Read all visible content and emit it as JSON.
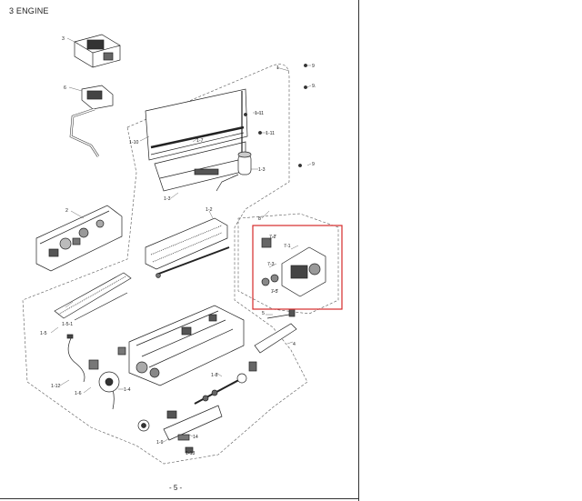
{
  "section_title": "3 ENGINE",
  "page_number": "- 5 -",
  "highlight_color": "#d62a2a",
  "callouts": {
    "c3": "3",
    "c6": "6",
    "c2": "2",
    "c1": "1",
    "c9a": "9",
    "c9b": "9.",
    "c9c": "9",
    "c1_11a": "1-11",
    "c1_11b": "1-11",
    "c1_10": "1-10",
    "c1_7": "1-7",
    "c1_3a": "1-3",
    "c1_3b": "1-3",
    "c1_2": "1-2",
    "c8": "8",
    "c7_2": "7-2",
    "c7_1": "7-1",
    "c7_3a": "7-3",
    "c7_3b": "7-3",
    "c1_5": "1-5",
    "c1_5_1": "1-5-1",
    "c5": "5",
    "c4": "4",
    "c1_12": "1-12",
    "c1_6": "1-6",
    "c1_4": "1-4",
    "c1_8": "1-8",
    "c1_9": "1-9",
    "c14": "14",
    "c1_13": "1-13"
  }
}
